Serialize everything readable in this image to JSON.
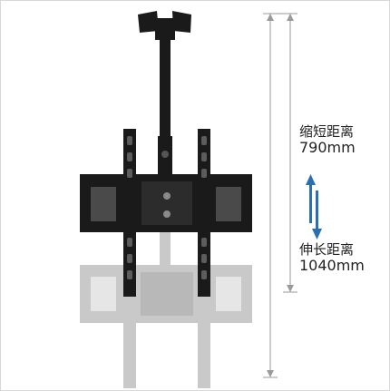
{
  "product_image": {
    "description_alt": "ceiling TV mount",
    "colors": {
      "mount": "#1a1a1a",
      "ghost": "#c9c9c9",
      "arrow": "#2a6fb3",
      "dimension_line": "#9a9a9a"
    }
  },
  "labels": {
    "shorten_title": "缩短距离",
    "shorten_value": "790mm",
    "extend_title": "伸长距离",
    "extend_value": "1040mm"
  }
}
